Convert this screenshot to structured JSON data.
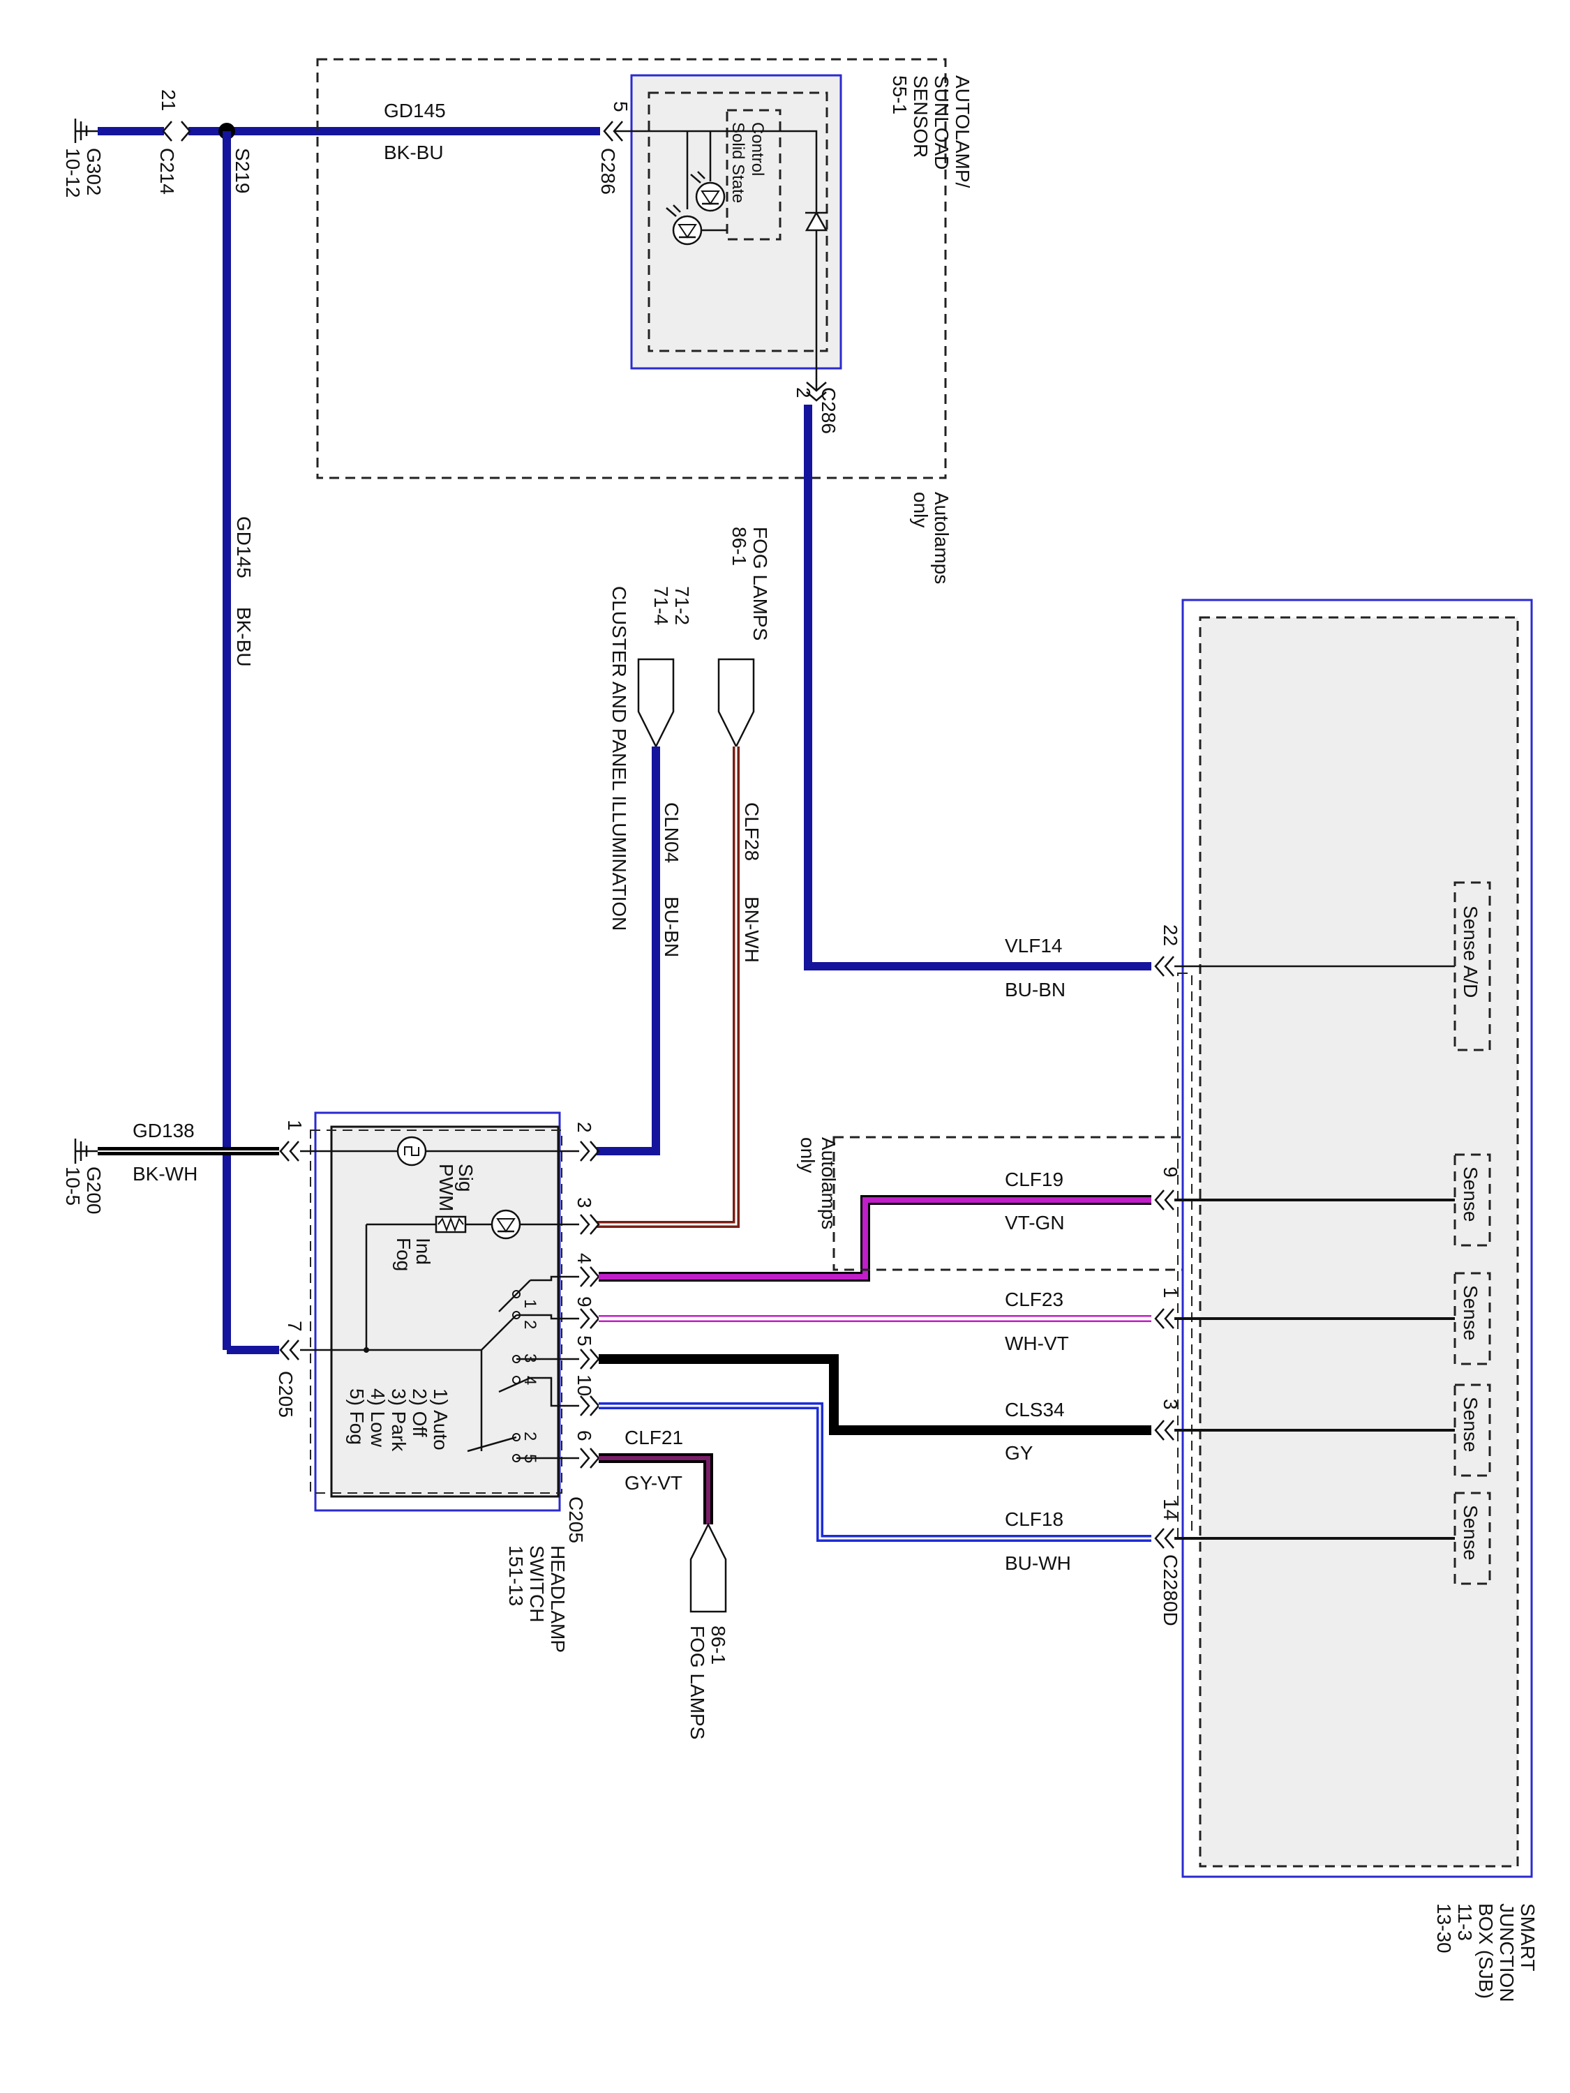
{
  "colors": {
    "blue": "#14149c",
    "black": "#000000",
    "brown": "#7a1e14",
    "violet": "#c01ec8",
    "module_border": "#2a2ad0",
    "module_fill": "#eeeeee"
  },
  "components": {
    "autolamp_sensor": {
      "line1": "AUTOLAMP/",
      "line2": "SUNLOAD",
      "line3": "SENSOR",
      "ref": "55-1",
      "inner1": "Solid State",
      "inner2": "Control"
    },
    "autolamps_only_top": {
      "line1": "Autolamps",
      "line2": "only"
    },
    "autolamps_only_mid": {
      "line1": "Autolamps",
      "line2": "only"
    },
    "fog_lamps_top": {
      "line1": "FOG LAMPS",
      "ref": "86-1"
    },
    "cluster": {
      "ref1": "71-2",
      "ref2": "71-4",
      "name": "CLUSTER AND PANEL ILLUMINATION"
    },
    "fog_lamps_bottom": {
      "ref": "86-1",
      "name": "FOG LAMPS"
    },
    "headlamp_switch": {
      "line1": "HEADLAMP",
      "line2": "SWITCH",
      "ref": "151-13",
      "sig": "Sig",
      "pwm": "PWM",
      "ind": "Ind",
      "fog": "Fog",
      "positions": [
        "1) Auto",
        "2) Off",
        "3) Park",
        "4) Low",
        "5) Fog"
      ]
    },
    "sjb": {
      "line1": "SMART",
      "line2": "JUNCTION",
      "line3": "BOX (SJB)",
      "ref1": "11-3",
      "ref2": "13-30"
    },
    "sense_ad": "Sense A/D",
    "sense": "Sense"
  },
  "grounds": {
    "g302": {
      "name": "G302",
      "ref": "10-12"
    },
    "g200": {
      "name": "G200",
      "ref": "10-5"
    }
  },
  "connectors": {
    "c214": "C214",
    "c214_pin": "21",
    "s219": "S219",
    "c286": "C286",
    "c286_pin5": "5",
    "c286_pin2": "2",
    "c205": "C205",
    "c2280d": "C2280D",
    "c205_pins": [
      "1",
      "2",
      "3",
      "4",
      "9",
      "5",
      "10",
      "6",
      "7"
    ],
    "sjb_pins": [
      "22",
      "9",
      "1",
      "3",
      "14"
    ]
  },
  "wires": {
    "gd145_top": {
      "circuit": "GD145",
      "color": "BK-BU"
    },
    "gd145_vert": {
      "circuit": "GD145",
      "color": "BK-BU"
    },
    "gd138": {
      "circuit": "GD138",
      "color": "BK-WH"
    },
    "vlf14": {
      "circuit": "VLF14",
      "color": "BU-BN"
    },
    "clf28": {
      "circuit": "CLF28",
      "color": "BN-WH"
    },
    "cln04": {
      "circuit": "CLN04",
      "color": "BU-BN"
    },
    "clf19": {
      "circuit": "CLF19",
      "color": "VT-GN"
    },
    "clf23": {
      "circuit": "CLF23",
      "color": "WH-VT"
    },
    "cls34": {
      "circuit": "CLS34",
      "color": "GY"
    },
    "clf18": {
      "circuit": "CLF18",
      "color": "BU-WH"
    },
    "clf21": {
      "circuit": "CLF21",
      "color": "GY-VT"
    }
  }
}
